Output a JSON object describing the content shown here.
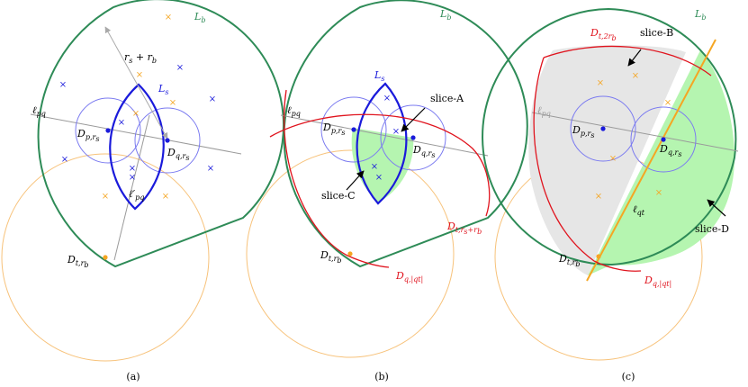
{
  "colors": {
    "green": "#2e8b57",
    "blue": "#1a1adb",
    "light_blue": "#7b7bf0",
    "orange": "#f5a623",
    "orange_light": "#f7c27a",
    "red": "#e0141e",
    "gray_line": "#9a9a9a",
    "gray_fill": "#e6e6e6",
    "green_fill": "#b5f5b0",
    "arrow_gray": "#a9a9a9"
  },
  "panels": [
    {
      "caption": "(a)",
      "labels": {
        "Lb": "L_b",
        "Ls": "L_s",
        "lpq": "ℓ_pq",
        "lpq_prime": "ℓ′_pq",
        "radius": "r_s + r_b",
        "Dp": "D_{p,r_s}",
        "Dq": "D_{q,r_s}",
        "Dt": "D_{t,r_b}"
      }
    },
    {
      "caption": "(b)",
      "labels": {
        "Lb": "L_b",
        "Ls": "L_s",
        "lpq": "ℓ_pq",
        "Dp": "D_{p,r_s}",
        "Dq": "D_{q,r_s}",
        "Dt": "D_{t,r_b}",
        "slice_a": "slice-A",
        "slice_c": "slice-C",
        "D_t_rs_rb": "D_{t,r_s+r_b}",
        "D_q_qt": "D_{q,|qt|}"
      }
    },
    {
      "caption": "(c)",
      "labels": {
        "Lb": "L_b",
        "lpq": "ℓ_pq",
        "lqt": "ℓ_qt",
        "Dp": "D_{p,r_s}",
        "Dq": "D_{q,r_s}",
        "Dt": "D_{t,r_b}",
        "slice_b": "slice-B",
        "slice_d": "slice-D",
        "D_t_2rb": "D_{t,2r_b}",
        "D_q_qt": "D_{q,|qt|}"
      }
    }
  ]
}
